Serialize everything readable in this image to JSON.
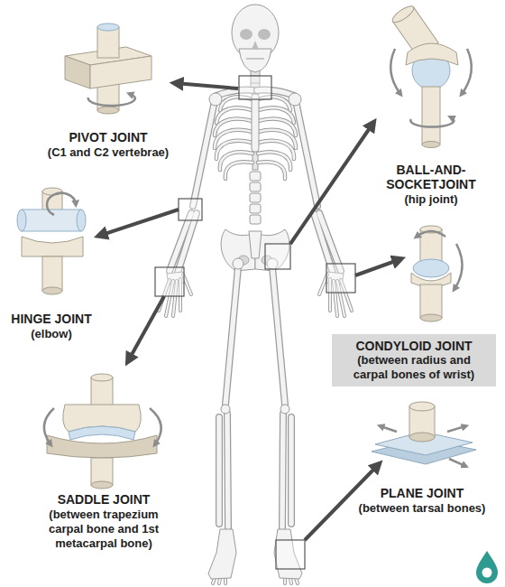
{
  "diagram": {
    "nodes": [
      {
        "text": [
          "CONDYLOID JOINT",
          "(between radius and carpal bones of wrist)"
        ]
      }
    ],
    "labels": [
      "PIVOT JOINT",
      "(C1 and C2 vertebrae)",
      "BALL-AND- SOCKETJOINT",
      "(hip joint)",
      "HINGE JOINT",
      "(elbow)",
      "SADDLE JOINT",
      "(between trapezium carpal bone and 1st metacarpal bone)",
      "PLANE JOINT",
      "(between tarsal bones)"
    ]
  }
}
